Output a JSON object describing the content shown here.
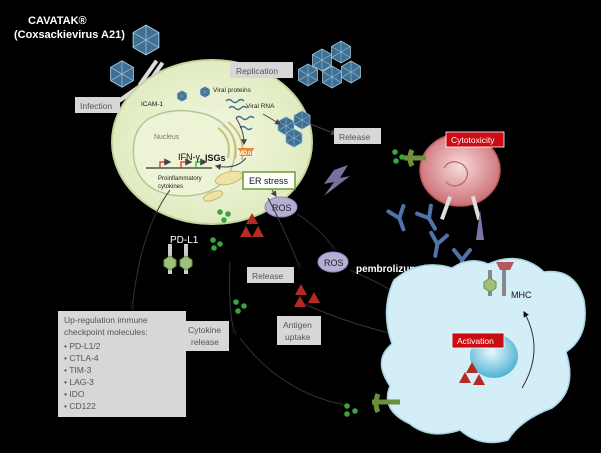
{
  "title": {
    "line1": "CAVATAK®",
    "line2": "(Coxsackievirus A21)"
  },
  "labels": {
    "infection": "Infection",
    "icam": "ICAM-1",
    "replication": "Replication",
    "viral_proteins": "Viral proteins",
    "viral_rna": "Viral RNA",
    "nucleus": "Nucleus",
    "mda5": "MDA5",
    "ifn": "IFN-γ",
    "isgs": "ISGs",
    "proinflammatory_1": "Proinflammatory",
    "proinflammatory_2": "cytokines",
    "release_top": "Release",
    "er_stress": "ER stress",
    "ros_cell": "ROS",
    "ros_mid": "ROS",
    "pdl1": "PD-L1",
    "release_mid": "Release",
    "cytokine_release_1": "Cytokine",
    "cytokine_release_2": "release",
    "antigen_uptake_1": "Antigen",
    "antigen_uptake_2": "uptake",
    "cytotoxicity": "Cytotoxicity",
    "pembrolizumab": "pembrolizumab",
    "mhc": "MHC",
    "activation": "Activation"
  },
  "checkpoint_box": {
    "title_1": "Up-regulation immune",
    "title_2": "checkpoint molecules:",
    "items": [
      "PD-L1/2",
      "CTLA-4",
      "TIM-3",
      "LAG-3",
      "IDO",
      "CD122"
    ]
  },
  "colors": {
    "cell_fill": "#e4efc8",
    "cell_edge": "#c4d6a0",
    "virus": "#3f6f93",
    "red_box": "#cc0c14",
    "label_box": "#d7d7d7",
    "antigen": "#b32b24",
    "cytokine": "#3ba33b",
    "antibody": "#4f74a8",
    "dc_fill": "#d3eef6",
    "tcell": "#d98a90",
    "receptor_green": "#6d8f3a"
  }
}
